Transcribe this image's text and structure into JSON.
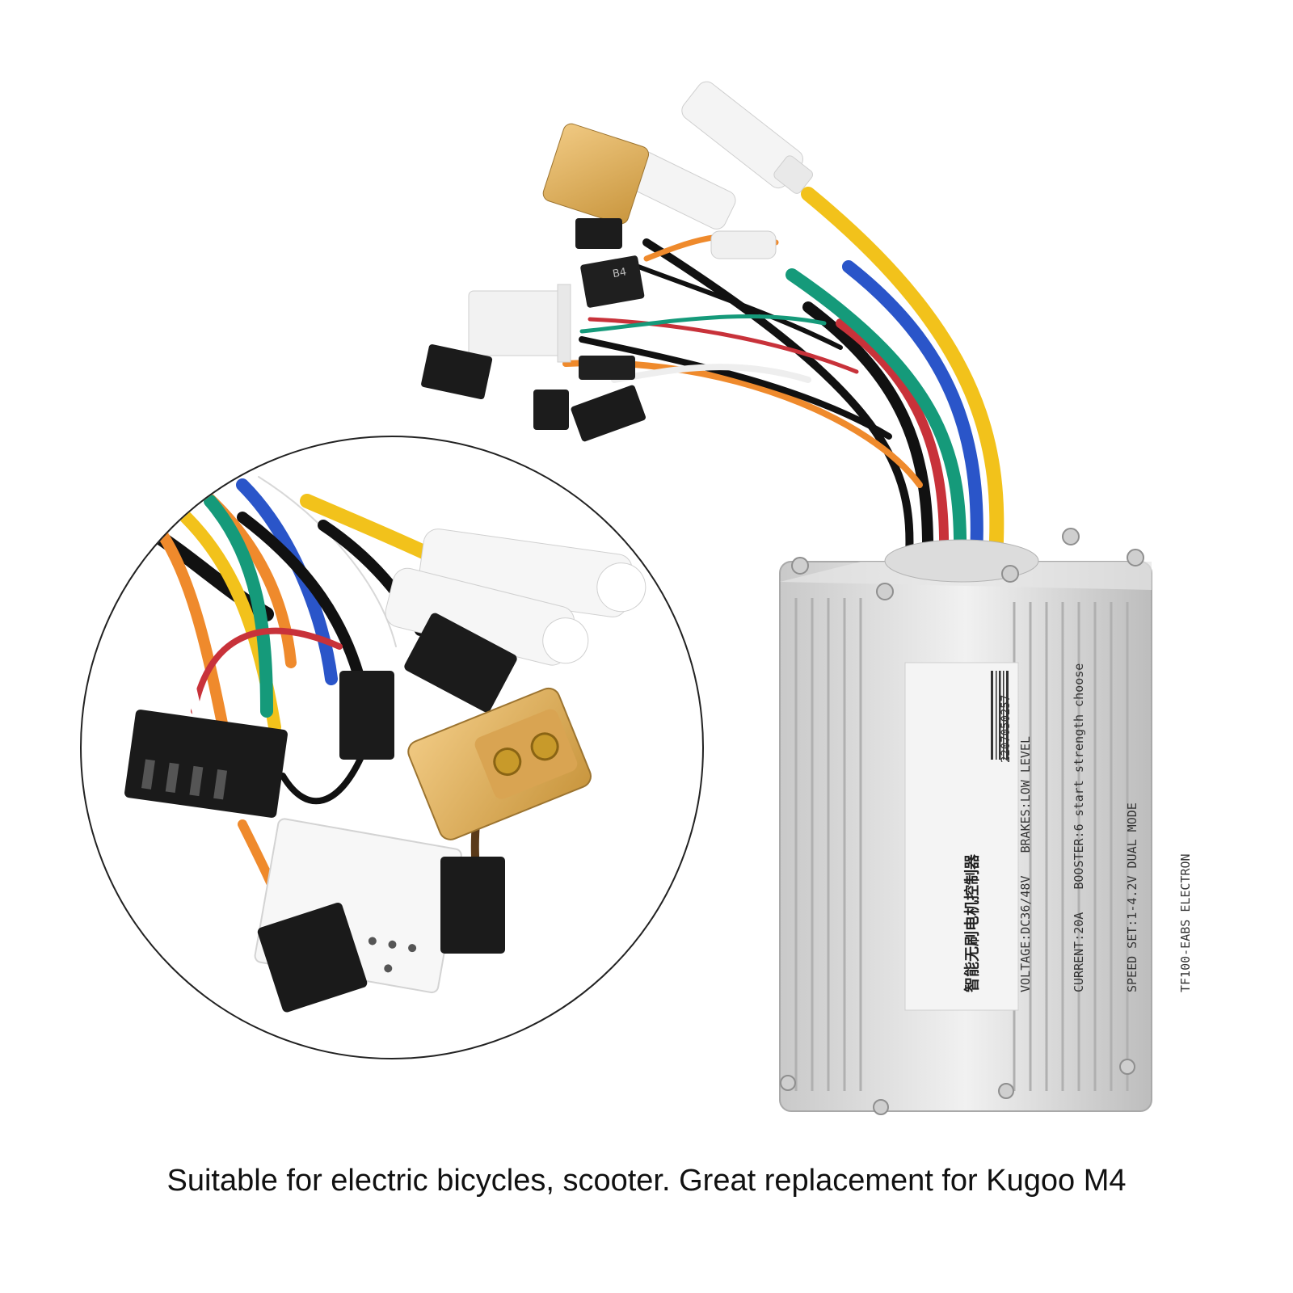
{
  "product": {
    "label_title": "智能无刷电机控制器",
    "label_lines": {
      "voltage": "VOLTAGE:DC36/48V",
      "brakes": "BRAKES:LOW LEVEL",
      "current": "CURRENT:20A",
      "booster": "BOOSTER:6 start strength choose",
      "speed": "SPEED SET:1-4.2V DUAL MODE",
      "model": "TF100-EABS ELECTRON"
    },
    "serial": "2207050257",
    "connector_mark": "B4"
  },
  "caption": "Suitable for electric bicycles, scooter. Great replacement for Kugoo M4",
  "colors": {
    "housing": "#d9d9d9",
    "wire_yellow": "#f2c21b",
    "wire_blue": "#2a55c9",
    "wire_green": "#159a7a",
    "wire_orange": "#ef8a2c",
    "wire_red": "#c8323a",
    "connector_xt": "#e0b366"
  }
}
